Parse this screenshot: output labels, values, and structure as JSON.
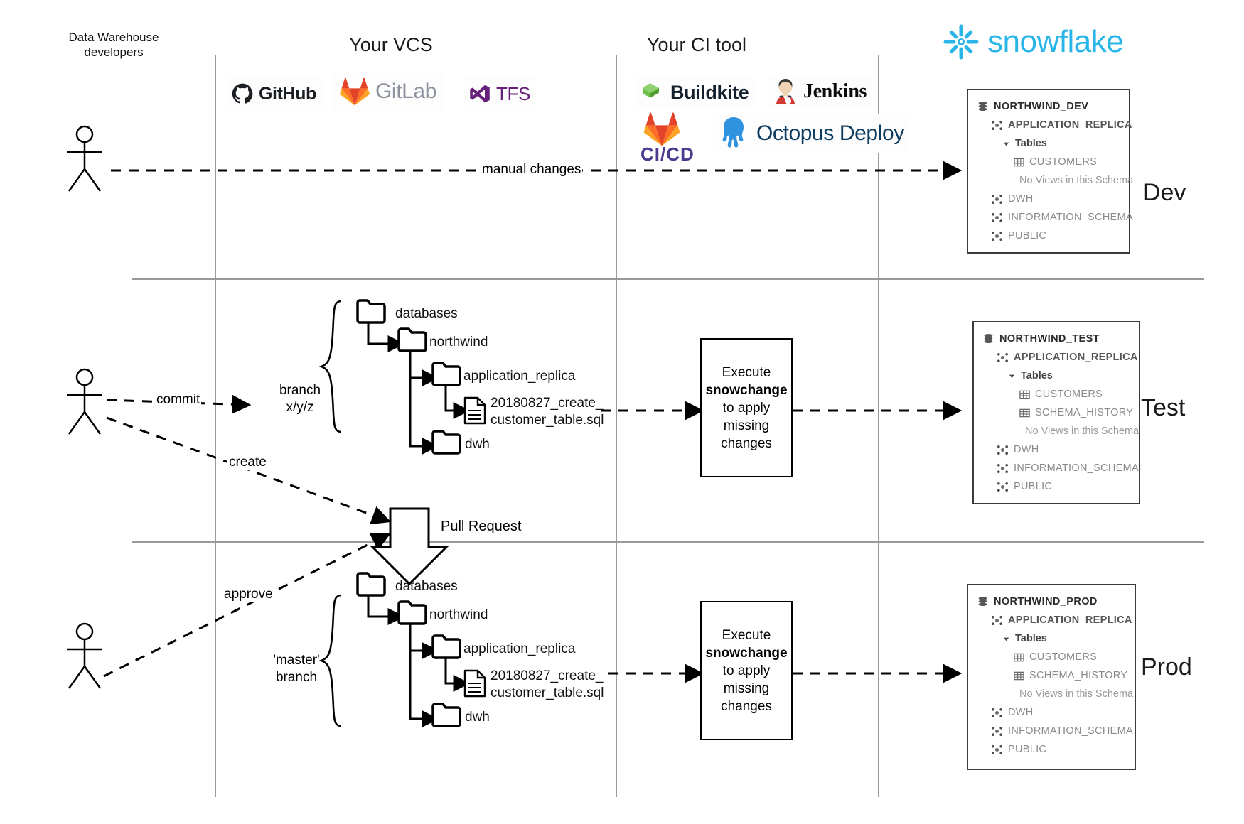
{
  "headers": {
    "developers": "Data Warehouse\ndevelopers",
    "developers_line1": "Data Warehouse",
    "developers_line2": "developers",
    "vcs": "Your VCS",
    "ci": "Your CI tool",
    "snowflake": "snowflake"
  },
  "environments": [
    {
      "name": "Dev"
    },
    {
      "name": "Test"
    },
    {
      "name": "Prod"
    }
  ],
  "vcs_logos": [
    {
      "id": "github-logo",
      "label": "GitHub"
    },
    {
      "id": "gitlab-logo",
      "label": "GitLab"
    },
    {
      "id": "tfs-logo",
      "label": "TFS"
    }
  ],
  "ci_logos": [
    {
      "id": "buildkite-logo",
      "label": "Buildkite"
    },
    {
      "id": "jenkins-logo",
      "label": "Jenkins"
    },
    {
      "id": "gitlab-cicd-logo",
      "label": "CI/CD"
    },
    {
      "id": "octopus-deploy-logo",
      "label": "Octopus Deploy"
    }
  ],
  "flows": {
    "manual_changes": "manual changes",
    "commit": "commit",
    "create": "create",
    "approve": "approve",
    "pull_request": "Pull Request"
  },
  "branches": {
    "feature_line1": "branch",
    "feature_line2": "x/y/z",
    "master_line1": "'master'",
    "master_line2": "branch"
  },
  "exec_box": {
    "line1": "Execute",
    "tool": "snowchange",
    "line3": "to apply",
    "line4": "missing",
    "line5": "changes"
  },
  "file_tree": {
    "databases": "databases",
    "northwind": "northwind",
    "application_replica": "application_replica",
    "sql_file_line1": "20180827_create_",
    "sql_file_line2": "customer_table.sql",
    "dwh": "dwh"
  },
  "db_panels": [
    {
      "id": "northwind-dev",
      "database": "NORTHWIND_DEV",
      "rows": [
        {
          "kind": "db",
          "label": "NORTHWIND_DEV",
          "indent": 0,
          "icon": "database-icon"
        },
        {
          "kind": "schema",
          "label": "APPLICATION_REPLICA",
          "indent": 1,
          "icon": "schema-icon"
        },
        {
          "kind": "tables",
          "label": "Tables",
          "indent": 2,
          "icon": "caret-down-icon"
        },
        {
          "kind": "table",
          "label": "CUSTOMERS",
          "indent": 3,
          "icon": "table-icon"
        },
        {
          "kind": "note",
          "label": "No Views in this Schema",
          "indent": 2,
          "icon": "none"
        },
        {
          "kind": "schema-dim",
          "label": "DWH",
          "indent": 1,
          "icon": "schema-icon"
        },
        {
          "kind": "schema-dim",
          "label": "INFORMATION_SCHEMA",
          "indent": 1,
          "icon": "schema-icon"
        },
        {
          "kind": "schema-dim",
          "label": "PUBLIC",
          "indent": 1,
          "icon": "schema-icon"
        }
      ]
    },
    {
      "id": "northwind-test",
      "database": "NORTHWIND_TEST",
      "rows": [
        {
          "kind": "db",
          "label": "NORTHWIND_TEST",
          "indent": 0,
          "icon": "database-icon"
        },
        {
          "kind": "schema",
          "label": "APPLICATION_REPLICA",
          "indent": 1,
          "icon": "schema-icon"
        },
        {
          "kind": "tables",
          "label": "Tables",
          "indent": 2,
          "icon": "caret-down-icon"
        },
        {
          "kind": "table",
          "label": "CUSTOMERS",
          "indent": 3,
          "icon": "table-icon"
        },
        {
          "kind": "table",
          "label": "SCHEMA_HISTORY",
          "indent": 3,
          "icon": "table-icon"
        },
        {
          "kind": "note",
          "label": "No Views in this Schema",
          "indent": 2,
          "icon": "none"
        },
        {
          "kind": "schema-dim",
          "label": "DWH",
          "indent": 1,
          "icon": "schema-icon"
        },
        {
          "kind": "schema-dim",
          "label": "INFORMATION_SCHEMA",
          "indent": 1,
          "icon": "schema-icon"
        },
        {
          "kind": "schema-dim",
          "label": "PUBLIC",
          "indent": 1,
          "icon": "schema-icon"
        }
      ]
    },
    {
      "id": "northwind-prod",
      "database": "NORTHWIND_PROD",
      "rows": [
        {
          "kind": "db",
          "label": "NORTHWIND_PROD",
          "indent": 0,
          "icon": "database-icon"
        },
        {
          "kind": "schema",
          "label": "APPLICATION_REPLICA",
          "indent": 1,
          "icon": "schema-icon"
        },
        {
          "kind": "tables",
          "label": "Tables",
          "indent": 2,
          "icon": "caret-down-icon"
        },
        {
          "kind": "table",
          "label": "CUSTOMERS",
          "indent": 3,
          "icon": "table-icon"
        },
        {
          "kind": "table",
          "label": "SCHEMA_HISTORY",
          "indent": 3,
          "icon": "table-icon"
        },
        {
          "kind": "note",
          "label": "No Views in this Schema",
          "indent": 2,
          "icon": "none"
        },
        {
          "kind": "schema-dim",
          "label": "DWH",
          "indent": 1,
          "icon": "schema-icon"
        },
        {
          "kind": "schema-dim",
          "label": "INFORMATION_SCHEMA",
          "indent": 1,
          "icon": "schema-icon"
        },
        {
          "kind": "schema-dim",
          "label": "PUBLIC",
          "indent": 1,
          "icon": "schema-icon"
        }
      ]
    }
  ],
  "colors": {
    "snowflake_blue": "#29b5e8",
    "gitlab_orange": "#fc6d26",
    "gitlab_red": "#e24329",
    "buildkite_green": "#6cc24a",
    "octopus_blue": "#2f93e0",
    "tfs_purple": "#68217a",
    "lane_gray": "#9a9a9a",
    "tree_gray": "#8a8a8a"
  }
}
